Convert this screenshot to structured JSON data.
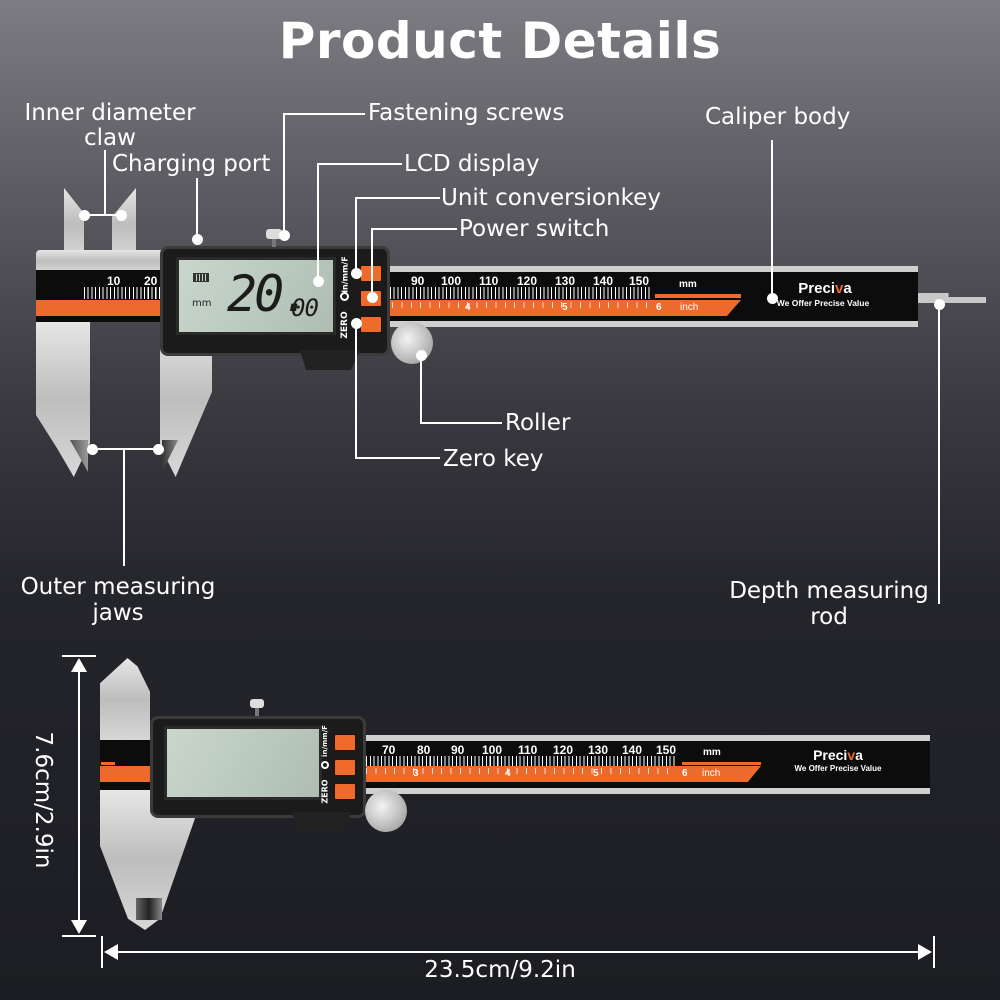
{
  "title": "Product Details",
  "labels": {
    "inner_diameter_claw": "Inner diameter\nclaw",
    "inner_line1": "Inner diameter",
    "inner_line2": "claw",
    "charging_port": "Charging port",
    "fastening_screws": "Fastening screws",
    "lcd_display": "LCD display",
    "unit_conversion_key": "Unit conversionkey",
    "power_switch": "Power switch",
    "caliper_body": "Caliper body",
    "roller": "Roller",
    "zero_key": "Zero key",
    "outer_line1": "Outer measuring",
    "outer_line2": "jaws",
    "depth_line1": "Depth measuring",
    "depth_line2": "rod"
  },
  "top_caliper": {
    "lcd_reading_main": "20.",
    "lcd_reading_decimals": "00",
    "lcd_unit": "mm",
    "battery_icon": "battery-full-icon",
    "left_scale_numbers": [
      "10",
      "20"
    ],
    "right_scale_numbers": [
      "90",
      "100",
      "110",
      "120",
      "130",
      "140",
      "150"
    ],
    "inch_numbers": [
      "4",
      "5",
      "6"
    ],
    "mm_label": "mm",
    "inch_label": "inch",
    "button_label_top": "in/mm/F",
    "button_label_zero": "ZERO",
    "power_icon": "power-icon"
  },
  "bottom_caliper": {
    "scale_numbers": [
      "70",
      "80",
      "90",
      "100",
      "110",
      "120",
      "130",
      "140",
      "150"
    ],
    "inch_numbers": [
      "3",
      "4",
      "5",
      "6"
    ],
    "mm_label": "mm",
    "inch_label": "inch",
    "button_label_top": "in/mm/F",
    "button_label_zero": "ZERO"
  },
  "brand": {
    "name_pre": "Preci",
    "name_v": "v",
    "name_post": "a",
    "tagline": "We Offer Precise Value",
    "accent": "#ec6a2c"
  },
  "dimensions": {
    "height": "7.6cm/2.9in",
    "length": "23.5cm/9.2in"
  },
  "colors": {
    "orange": "#ec6a2c",
    "lcd": "#c2d0c5",
    "body": "#1b1b1b"
  }
}
